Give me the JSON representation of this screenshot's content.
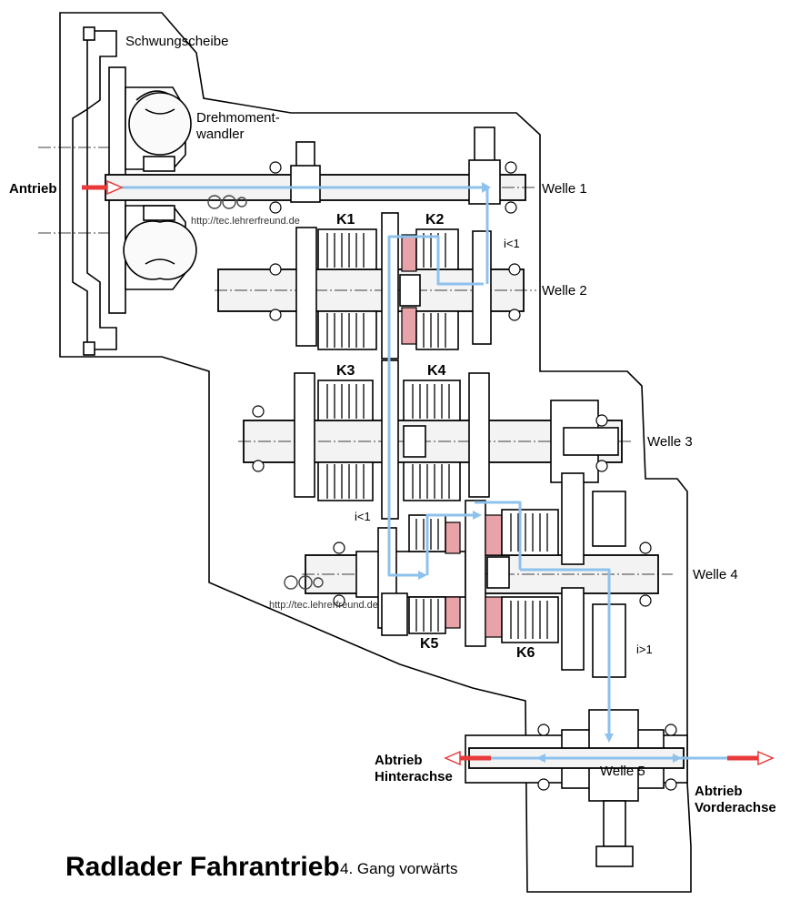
{
  "labels": {
    "schwungscheibe": "Schwungscheibe",
    "drehmoment": "Drehmoment-",
    "wandler": "wandler",
    "antrieb": "Antrieb",
    "welle1": "Welle 1",
    "welle2": "Welle 2",
    "welle3": "Welle 3",
    "welle4": "Welle 4",
    "welle5": "Welle 5",
    "k1": "K1",
    "k2": "K2",
    "k3": "K3",
    "k4": "K4",
    "k5": "K5",
    "k6": "K6",
    "ratio_i_lt_1_top": "i<1",
    "ratio_i_lt_1_mid": "i<1",
    "ratio_i_gt_1": "i>1",
    "abtrieb_hinten_1": "Abtrieb",
    "abtrieb_hinten_2": "Hinterachse",
    "abtrieb_vorne_1": "Abtrieb",
    "abtrieb_vorne_2": "Vorderachse",
    "watermark_top": "http://tec.lehrerfreund.de",
    "watermark_bottom": "http://tec.lehrerfreund.de"
  },
  "title": {
    "main": "Radlader Fahrantrieb",
    "sub": "4. Gang vorwärts"
  },
  "colors": {
    "power_flow": "#8ec2ec",
    "input_output_arrow": "#e83a3a",
    "engaged_clutch": "#e8a3a8"
  }
}
